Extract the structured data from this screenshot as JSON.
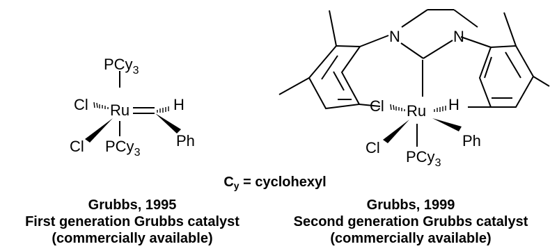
{
  "first_gen": {
    "labels": {
      "pcy3_top": "PCy",
      "pcy3_top_sub": "3",
      "cl_upper": "Cl",
      "ru": "Ru",
      "h": "H",
      "cl_lower": "Cl",
      "pcy3_bottom": "PCy",
      "pcy3_bottom_sub": "3",
      "ph": "Ph"
    },
    "caption": {
      "line1": "Grubbs, 1995",
      "line2": "First generation Grubbs catalyst",
      "line3": "(commercially available)"
    }
  },
  "second_gen": {
    "labels": {
      "n_left": "N",
      "n_right": "N",
      "cl_upper": "Cl",
      "ru": "Ru",
      "h": "H",
      "cl_lower": "Cl",
      "ph": "Ph",
      "pcy3": "PCy",
      "pcy3_sub": "3"
    },
    "caption": {
      "line1": "Grubbs, 1999",
      "line2": "Second generation Grubbs catalyst",
      "line3": "(commercially available)"
    }
  },
  "legend": {
    "symbol": "C",
    "symbol_sub": "y",
    "text": " = cyclohexyl"
  },
  "colors": {
    "ink": "#000000",
    "background": "#ffffff"
  }
}
